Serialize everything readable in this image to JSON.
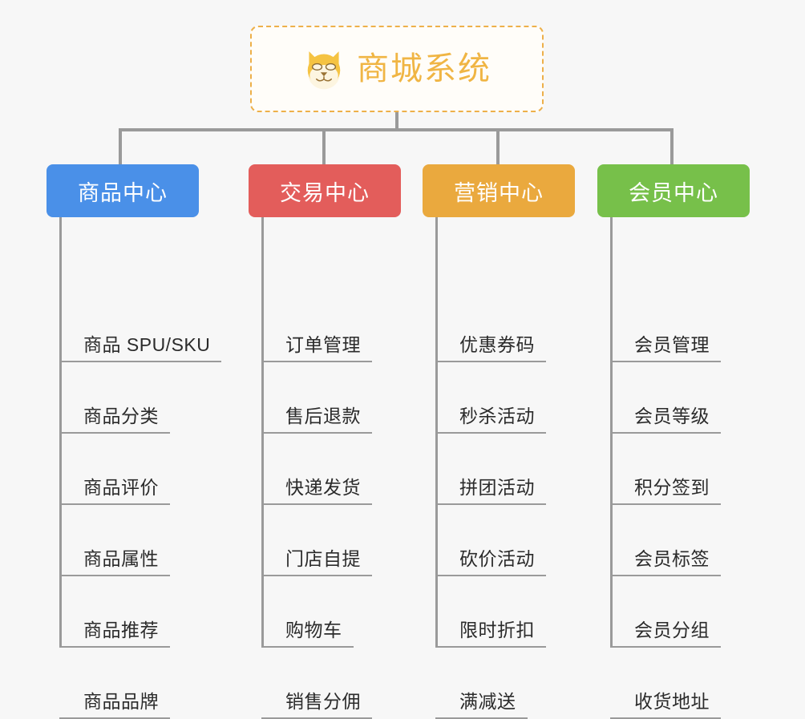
{
  "page": {
    "background_color": "#f7f7f7",
    "title": "商城系统",
    "type": "mindmap"
  },
  "root": {
    "label": "商城系统",
    "icon": "shiba-dog-face-icon",
    "border_color": "#edb04a",
    "text_color": "#f0b544",
    "background_color": "#fffdf9"
  },
  "columns": [
    {
      "id": "product-center",
      "label": "商品中心",
      "color": "#4a90e8",
      "items": [
        {
          "label": "商品 SPU/SKU"
        },
        {
          "label": "商品分类"
        },
        {
          "label": "商品评价"
        },
        {
          "label": "商品属性"
        },
        {
          "label": "商品推荐"
        },
        {
          "label": "商品品牌"
        }
      ]
    },
    {
      "id": "trade-center",
      "label": "交易中心",
      "color": "#e35d5b",
      "items": [
        {
          "label": "订单管理"
        },
        {
          "label": "售后退款"
        },
        {
          "label": "快递发货"
        },
        {
          "label": "门店自提"
        },
        {
          "label": "购物车"
        },
        {
          "label": "销售分佣"
        }
      ]
    },
    {
      "id": "marketing-center",
      "label": "营销中心",
      "color": "#eaa93e",
      "items": [
        {
          "label": "优惠券码"
        },
        {
          "label": "秒杀活动"
        },
        {
          "label": "拼团活动"
        },
        {
          "label": "砍价活动"
        },
        {
          "label": "限时折扣"
        },
        {
          "label": "满减送"
        }
      ]
    },
    {
      "id": "member-center",
      "label": "会员中心",
      "color": "#77c04a",
      "items": [
        {
          "label": "会员管理"
        },
        {
          "label": "会员等级"
        },
        {
          "label": "积分签到"
        },
        {
          "label": "会员标签"
        },
        {
          "label": "会员分组"
        },
        {
          "label": "收货地址"
        }
      ]
    }
  ],
  "connector": {
    "color": "#9a9a9a"
  }
}
